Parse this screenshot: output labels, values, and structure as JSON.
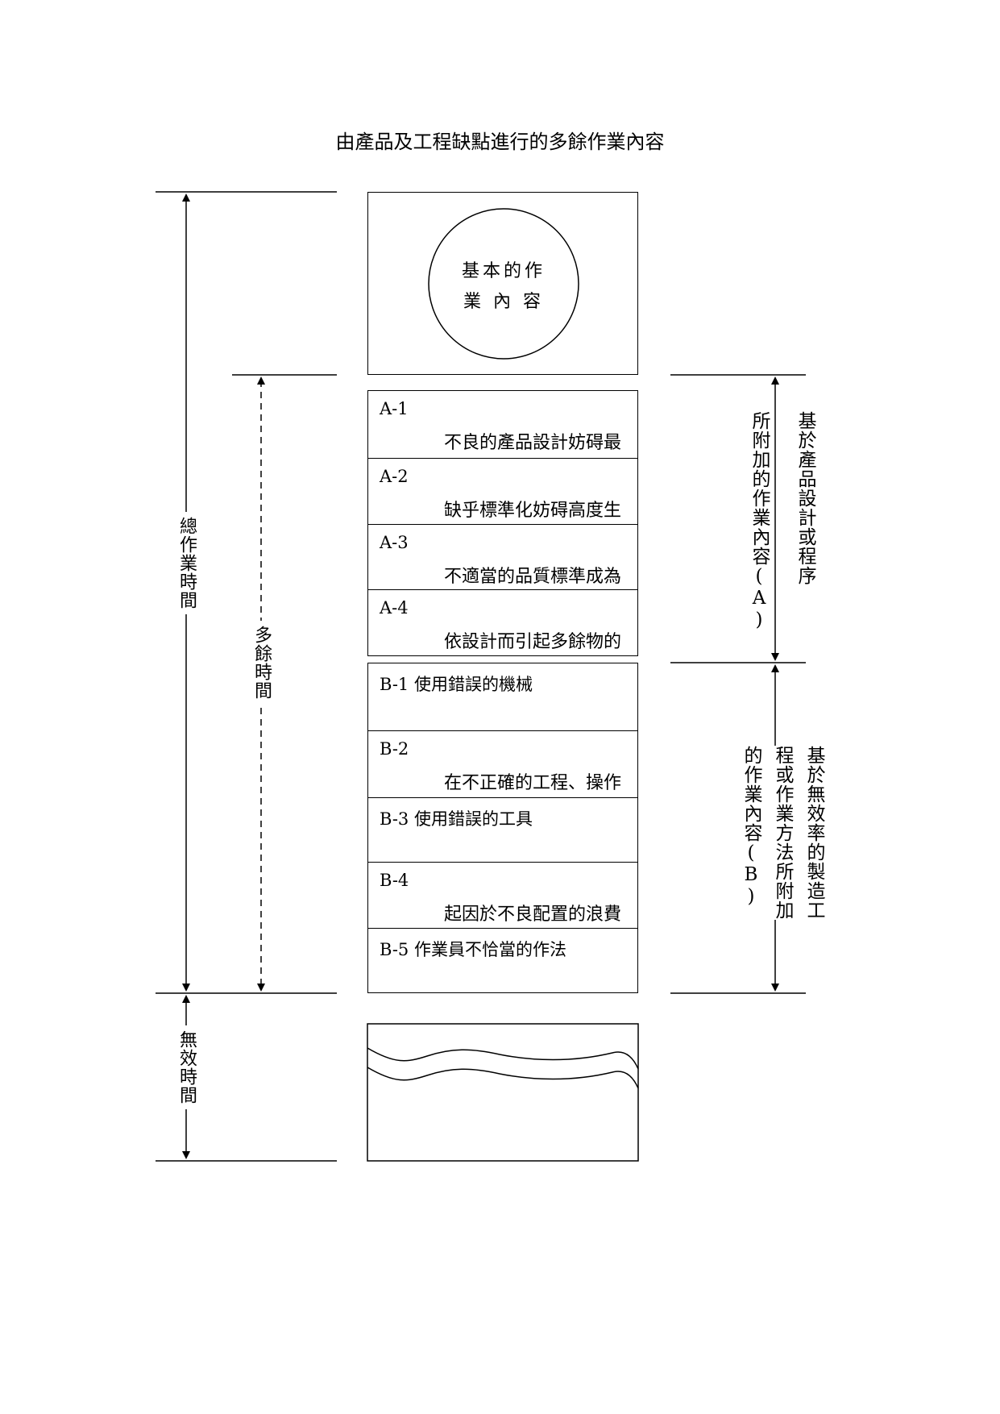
{
  "title": "由產品及工程缺點進行的多餘作業內容",
  "basic_content": {
    "line1": "基本的作",
    "line2": "業 內 容"
  },
  "a_rows": [
    {
      "code": "A-1",
      "desc": "不良的產品設計妨碍最"
    },
    {
      "code": "A-2",
      "desc": "缺乎標準化妨碍高度生"
    },
    {
      "code": "A-3",
      "desc": "不適當的品質標準成為"
    },
    {
      "code": "A-4",
      "desc": "依設計而引起多餘物的"
    }
  ],
  "b_rows": [
    {
      "text": "B-1 使用錯誤的機械"
    },
    {
      "code": "B-2",
      "desc": "在不正確的工程、操作"
    },
    {
      "text": "B-3 使用錯誤的工具"
    },
    {
      "code": "B-4",
      "desc": "起因於不良配置的浪費"
    },
    {
      "text": "B-5 作業員不恰當的作法"
    }
  ],
  "left_labels": {
    "total_time": "總作業時間",
    "excess_time": "多餘時間",
    "ineffective_time": "無效時間"
  },
  "right_labels": {
    "a_col1": "基於產品設計或程序",
    "a_col2": "所附加的作業內容(A)",
    "b_col1": "基於無效率的製造工",
    "b_col2": "程或作業方法所附加",
    "b_col3": "的作業內容(B)"
  }
}
